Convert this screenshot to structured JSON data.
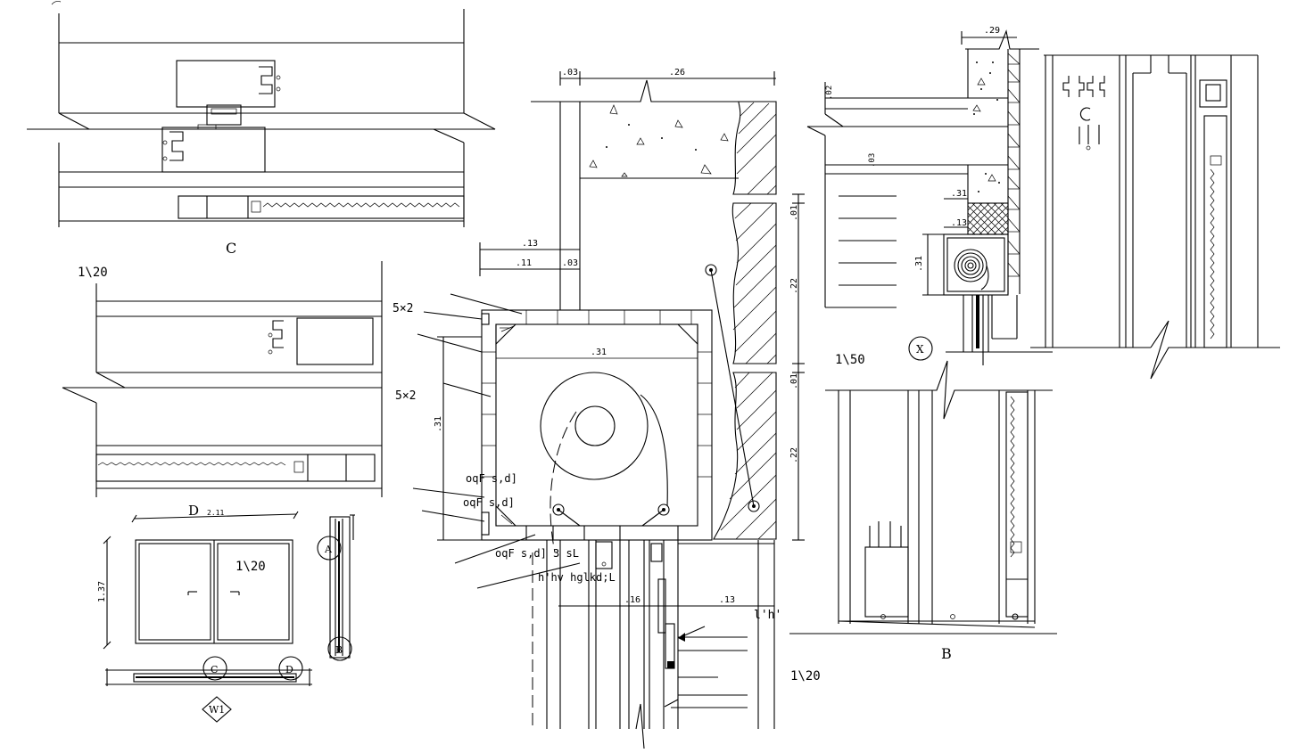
{
  "labels": {
    "section_c": "C",
    "section_b": "B",
    "section_d": "D",
    "scale_top_left": "1\\20",
    "scale_window": "1\\20",
    "scale_right_mid": "1\\50",
    "scale_bottom_right": "1\\20",
    "window_tag": "W1",
    "marker_a": "A",
    "marker_b": "B",
    "marker_c": "C",
    "marker_d": "D",
    "marker_x": "X"
  },
  "dimensions": {
    "window_width": "2.11",
    "window_height": "1.37",
    "top_03": ".03",
    "top_26": ".26",
    "left_13": ".13",
    "left_11": ".11",
    "left_03": ".03",
    "box_31": ".31",
    "box_height_31": ".31",
    "right_01_top": ".01",
    "right_22_top": ".22",
    "right_01_mid": ".01",
    "right_22_bot": ".22",
    "bottom_16": ".16",
    "bottom_13": ".13",
    "r_29": ".29",
    "r_02": ".02",
    "r_03": ".03",
    "r_31": ".31",
    "r_13": ".13",
    "r_31_side": ".31"
  },
  "annotations": {
    "size_top": "5×2",
    "size_mid": "5×2",
    "note_1": "oqF s,d]",
    "note_2": "oqF s,d]",
    "note_3": "oqF s,d] 3 sL",
    "note_4": "h'hv hglkd;L",
    "note_5": "l'h'"
  }
}
